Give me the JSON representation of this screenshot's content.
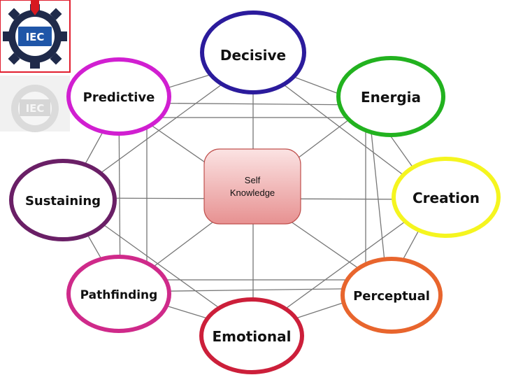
{
  "logo": {
    "text": "IEC",
    "colors": {
      "gear": "#1f2a4a",
      "badge": "#1f56a8",
      "border": "#e11d2e",
      "pin": "#d71920"
    }
  },
  "center": {
    "lines": [
      "Self",
      "Knowledge"
    ],
    "colors": {
      "fill_light": "#fbe3e3",
      "fill_dark": "#e79191",
      "stroke": "#c0504d"
    }
  },
  "nodes": [
    {
      "id": "decisive",
      "label": "Decisive",
      "color": "#2b1b9c"
    },
    {
      "id": "energia",
      "label": "Energia",
      "color": "#22b21f"
    },
    {
      "id": "creation",
      "label": "Creation",
      "color": "#f5f51f"
    },
    {
      "id": "perceptual",
      "label": "Perceptual",
      "color": "#e8652d"
    },
    {
      "id": "emotional",
      "label": "Emotional",
      "color": "#cc1f3a"
    },
    {
      "id": "pathfinding",
      "label": "Pathfinding",
      "color": "#cf2a8a"
    },
    {
      "id": "sustaining",
      "label": "Sustaining",
      "color": "#6a1f66"
    },
    {
      "id": "predictive",
      "label": "Predictive",
      "color": "#d11fd1"
    }
  ],
  "line_color": "#777777"
}
